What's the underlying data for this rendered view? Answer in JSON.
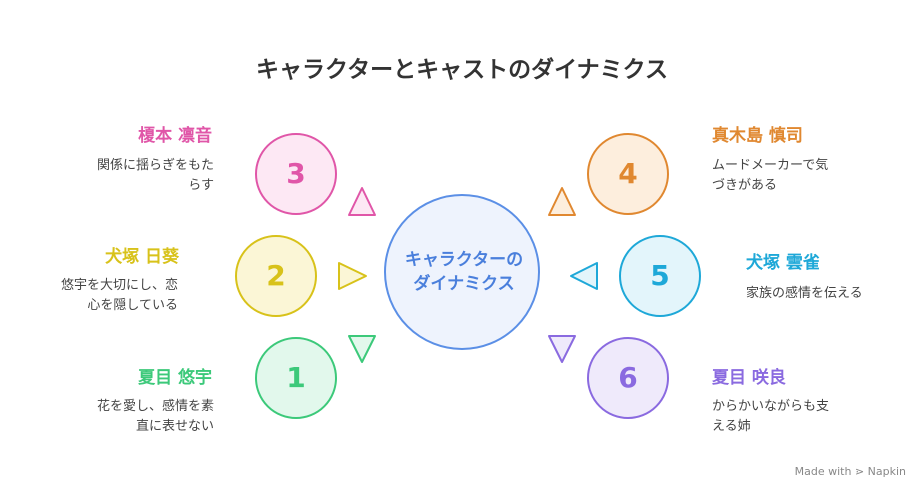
{
  "title": "キャラクターとキャストのダイナミクス",
  "center": {
    "line1": "キャラクターの",
    "line2": "ダイナミクス"
  },
  "characters": [
    {
      "number": "1",
      "name": "夏目 悠宇",
      "desc_line1": "花を愛し、感情を素",
      "desc_line2": "直に表せない",
      "color": "#3cc97a"
    },
    {
      "number": "2",
      "name": "犬塚 日葵",
      "desc_line1": "悠宇を大切にし、恋",
      "desc_line2": "心を隠している",
      "color": "#d8c21a"
    },
    {
      "number": "3",
      "name": "榎本 凛音",
      "desc_line1": "関係に揺らぎをもた",
      "desc_line2": "らす",
      "color": "#e056a8"
    },
    {
      "number": "4",
      "name": "真木島 慎司",
      "desc_line1": "ムードメーカーで気",
      "desc_line2": "づきがある",
      "color": "#e08830"
    },
    {
      "number": "5",
      "name": "犬塚 雲雀",
      "desc_line1": "家族の感情を伝える",
      "desc_line2": "",
      "color": "#1ea8d8"
    },
    {
      "number": "6",
      "name": "夏目 咲良",
      "desc_line1": "からかいながらも支",
      "desc_line2": "える姉",
      "color": "#8a6ae0"
    }
  ],
  "footer": "Made with ⋗ Napkin"
}
